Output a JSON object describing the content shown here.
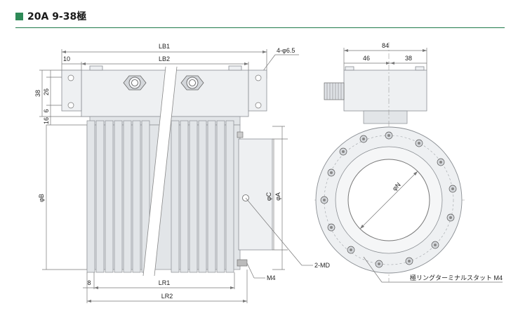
{
  "header": {
    "title": "20A 9-38極",
    "accent_color": "#2e8a57"
  },
  "side_view": {
    "dims": {
      "lb1": "LB1",
      "lb2": "LB2",
      "d10": "10",
      "holes": "4-φ6.5",
      "d38": "38",
      "d26": "26",
      "d6": "6",
      "d16": "16",
      "phiB": "φB",
      "phiC": "φC",
      "phiA": "φA",
      "d8": "8",
      "lr1": "LR1",
      "lr2": "LR2"
    },
    "callouts": {
      "md": "2-MD",
      "m4": "M4"
    }
  },
  "front_view": {
    "dims": {
      "d84": "84",
      "d46": "46",
      "d38": "38",
      "phiN": "φN"
    },
    "callouts": {
      "terminal": "極リングターミナルスタット M4"
    }
  }
}
